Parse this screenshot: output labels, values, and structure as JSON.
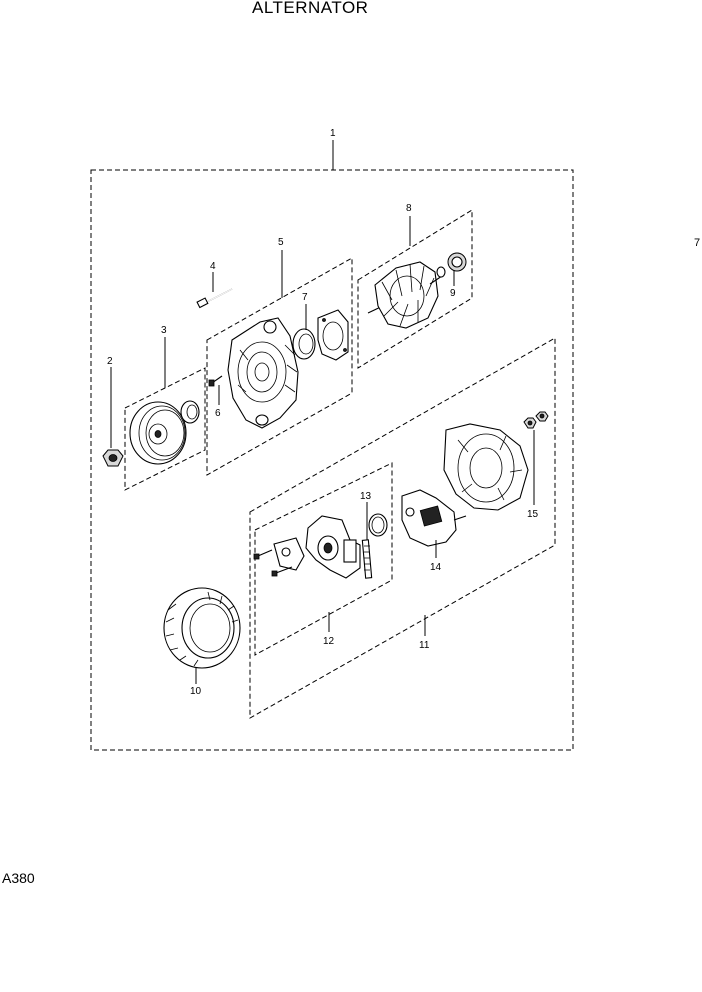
{
  "header": {
    "title": "ALTERNATOR"
  },
  "footer": {
    "code": "A380"
  },
  "side_number": "7",
  "callouts": {
    "c1": "1",
    "c2": "2",
    "c3": "3",
    "c4": "4",
    "c5": "5",
    "c6": "6",
    "c7": "7",
    "c8": "8",
    "c9": "9",
    "c10": "10",
    "c11": "11",
    "c12": "12",
    "c13": "13",
    "c14": "14",
    "c15": "15"
  }
}
